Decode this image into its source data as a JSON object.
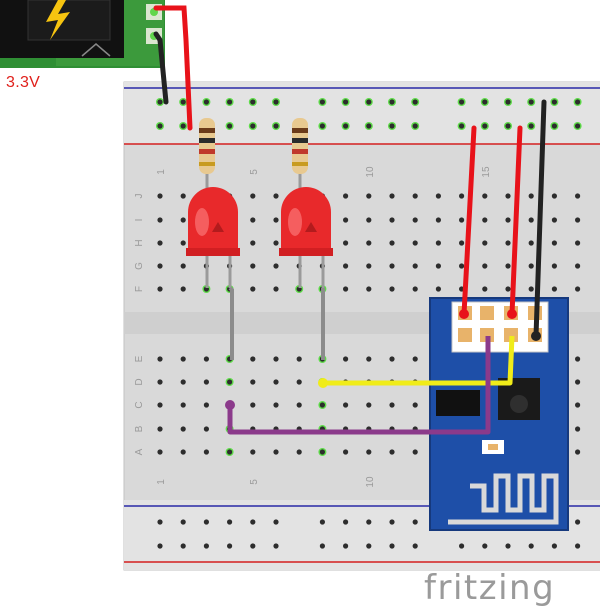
{
  "power": {
    "voltage_label": "3.3V",
    "icon": "lightning-bolt-icon"
  },
  "breadboard": {
    "row_letters_top": [
      "J",
      "I",
      "H",
      "G",
      "F"
    ],
    "row_letters_bottom": [
      "E",
      "D",
      "C",
      "B",
      "A"
    ],
    "column_numbers_top": [
      "1",
      "5",
      "10",
      "15"
    ],
    "column_numbers_bottom": [
      "1",
      "5",
      "10"
    ]
  },
  "components": {
    "resistors": 2,
    "leds": 2,
    "led_color": "#e8292b",
    "module": "esp-01-wifi-module"
  },
  "wire_colors": {
    "red": "#e8121a",
    "black": "#222222",
    "gray": "#8c8c8c",
    "yellow": "#f0ec19",
    "purple": "#8b3a8b"
  },
  "accent_colors": {
    "power_module_green": "#3c9a3c",
    "esp_blue": "#1e4fa8",
    "hole_green": "#5fdc4a"
  },
  "watermark": "fritzing"
}
